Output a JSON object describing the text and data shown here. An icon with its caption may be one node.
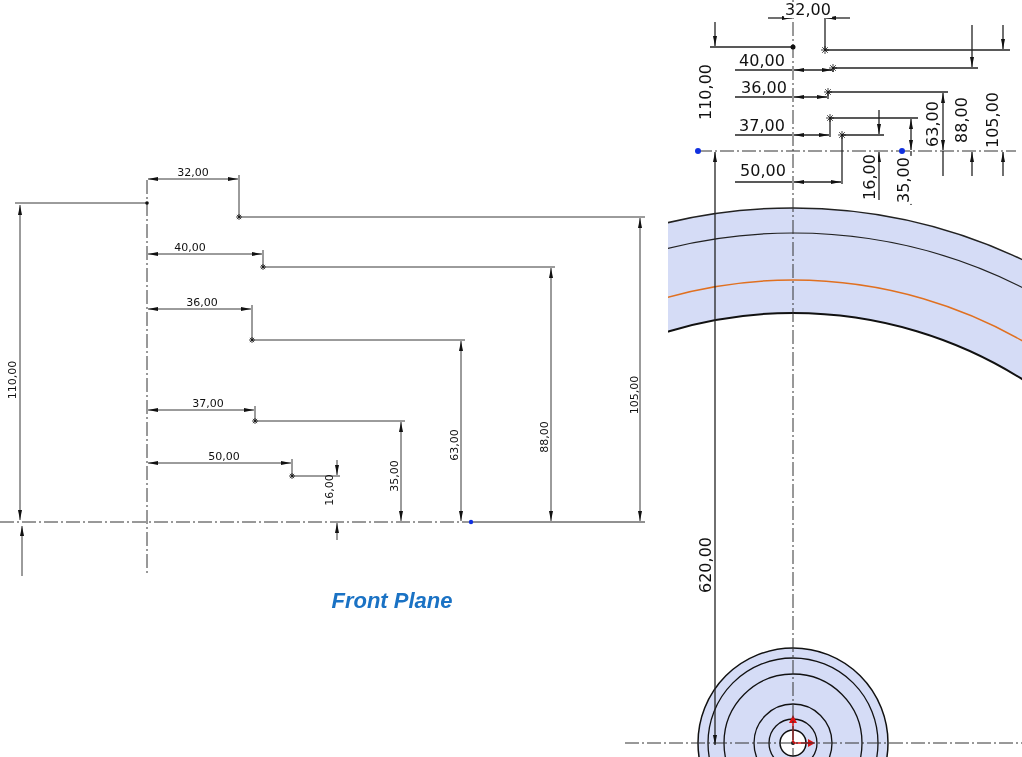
{
  "diagram": {
    "caption": "Front Plane",
    "labels": [
      "32,00",
      "40,00",
      "36,00",
      "37,00",
      "50,00",
      "110,00",
      "16,00",
      "35,00",
      "63,00",
      "88,00",
      "105,00",
      "32,00",
      "40,00",
      "110,00",
      "36,00",
      "63,00",
      "88,00",
      "105,00",
      "37,00",
      "50,00",
      "16,00",
      "35,00",
      "620,00"
    ]
  }
}
